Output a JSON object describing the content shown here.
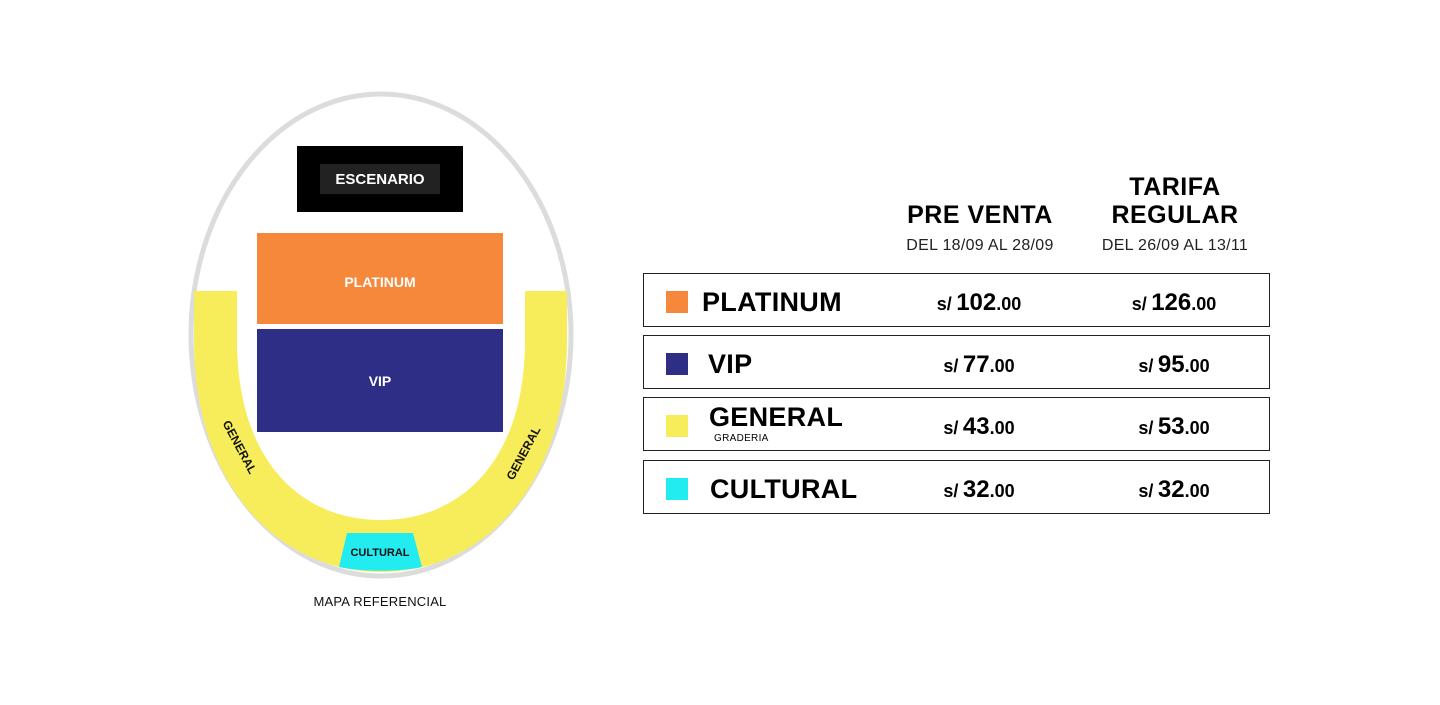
{
  "map": {
    "stage_label": "ESCENARIO",
    "platinum_label": "PLATINUM",
    "vip_label": "VIP",
    "general_left_label": "GENERAL",
    "general_right_label": "GENERAL",
    "cultural_label": "CULTURAL",
    "caption": "MAPA REFERENCIAL"
  },
  "columns": [
    {
      "title_line1": "PRE VENTA",
      "title_line2": "",
      "dates": "DEL 18/09 AL 28/09"
    },
    {
      "title_line1": "TARIFA",
      "title_line2": "REGULAR",
      "dates": "DEL 26/09 AL 13/11"
    }
  ],
  "rows": [
    {
      "zone": "PLATINUM",
      "subtitle": "",
      "presale": {
        "currency": "s/",
        "amount": "102",
        "cents": ".00"
      },
      "regular": {
        "currency": "s/",
        "amount": "126",
        "cents": ".00"
      }
    },
    {
      "zone": "VIP",
      "subtitle": "",
      "presale": {
        "currency": "s/",
        "amount": "77",
        "cents": ".00"
      },
      "regular": {
        "currency": "s/",
        "amount": "95",
        "cents": ".00"
      }
    },
    {
      "zone": "GENERAL",
      "subtitle": "GRADERIA",
      "presale": {
        "currency": "s/",
        "amount": "43",
        "cents": ".00"
      },
      "regular": {
        "currency": "s/",
        "amount": "53",
        "cents": ".00"
      }
    },
    {
      "zone": "CULTURAL",
      "subtitle": "",
      "presale": {
        "currency": "s/",
        "amount": "32",
        "cents": ".00"
      },
      "regular": {
        "currency": "s/",
        "amount": "32",
        "cents": ".00"
      }
    }
  ],
  "colors": {
    "platinum": "#f6883c",
    "vip": "#2e2e86",
    "general": "#f7ec5a",
    "cultural": "#22ecf0",
    "stage": "#000000",
    "outline": "#dcdcdc"
  }
}
